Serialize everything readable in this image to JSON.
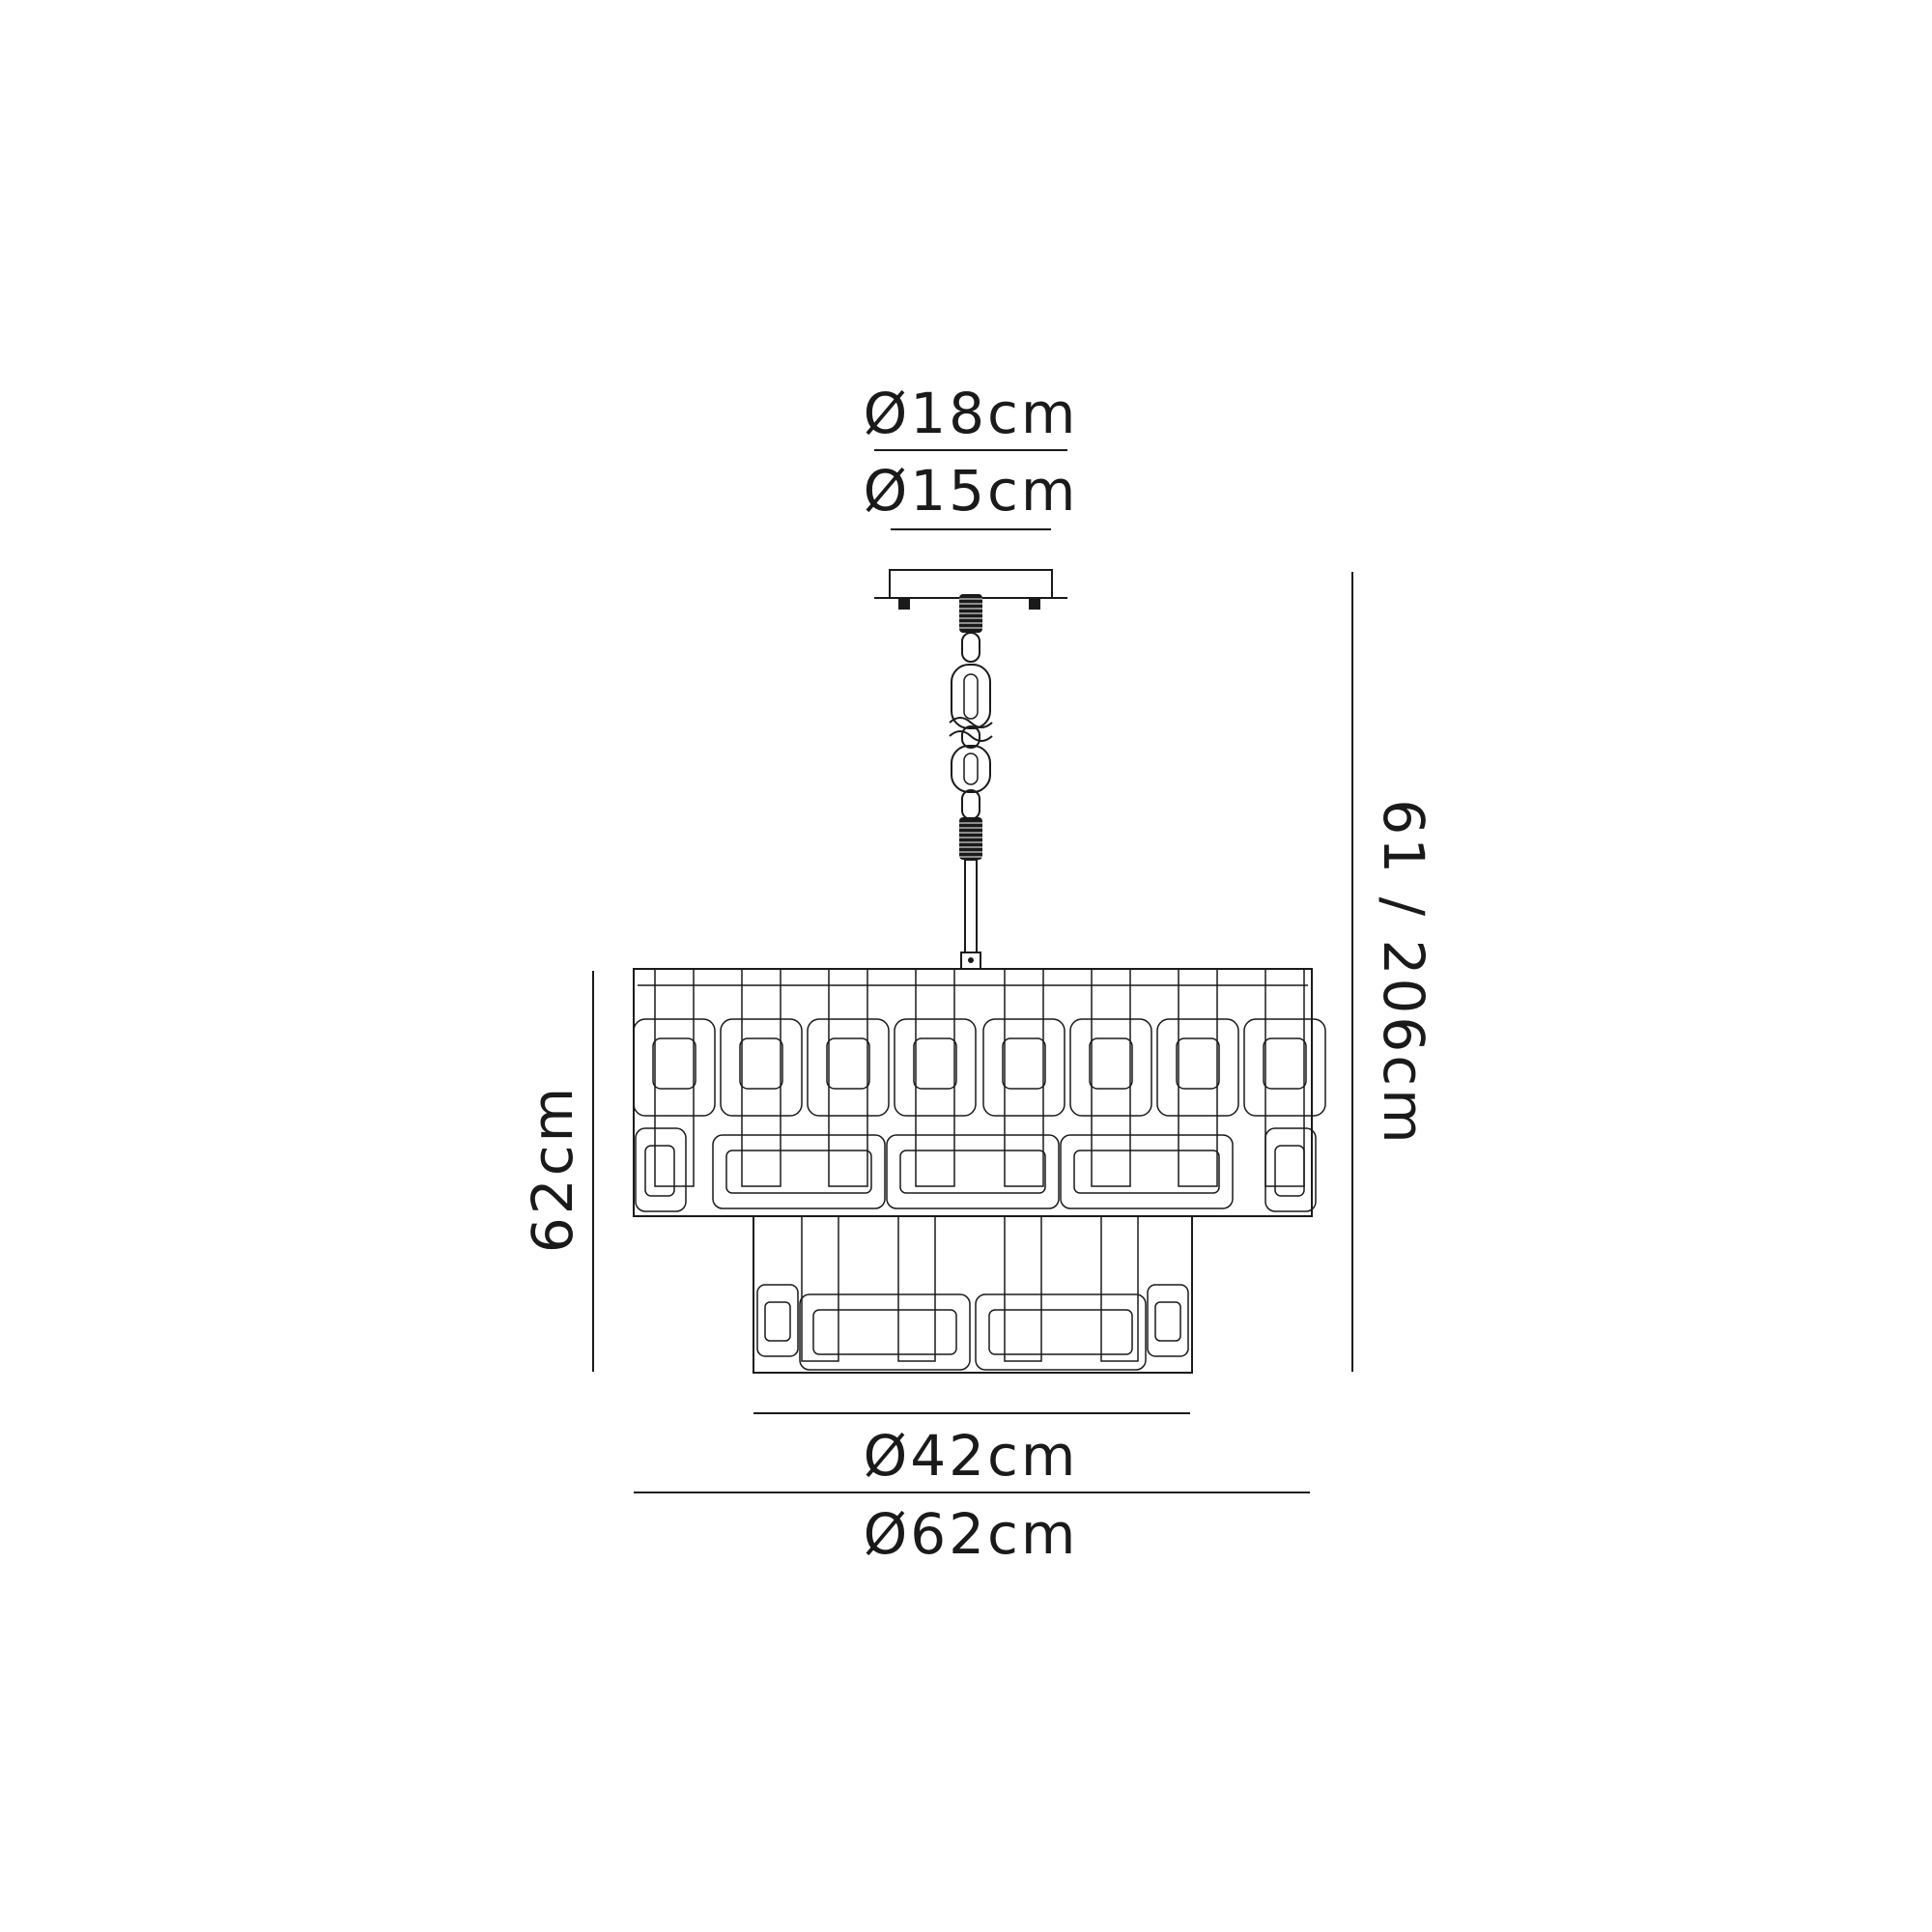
{
  "dimensions": {
    "canopy_outer": "Ø18cm",
    "canopy_inner": "Ø15cm",
    "drop_height": "61 / 206cm",
    "body_height": "62cm",
    "lower_tier_diameter": "Ø42cm",
    "upper_tier_diameter": "Ø62cm"
  },
  "colors": {
    "line": "#1a1a1a",
    "background": "#ffffff"
  }
}
